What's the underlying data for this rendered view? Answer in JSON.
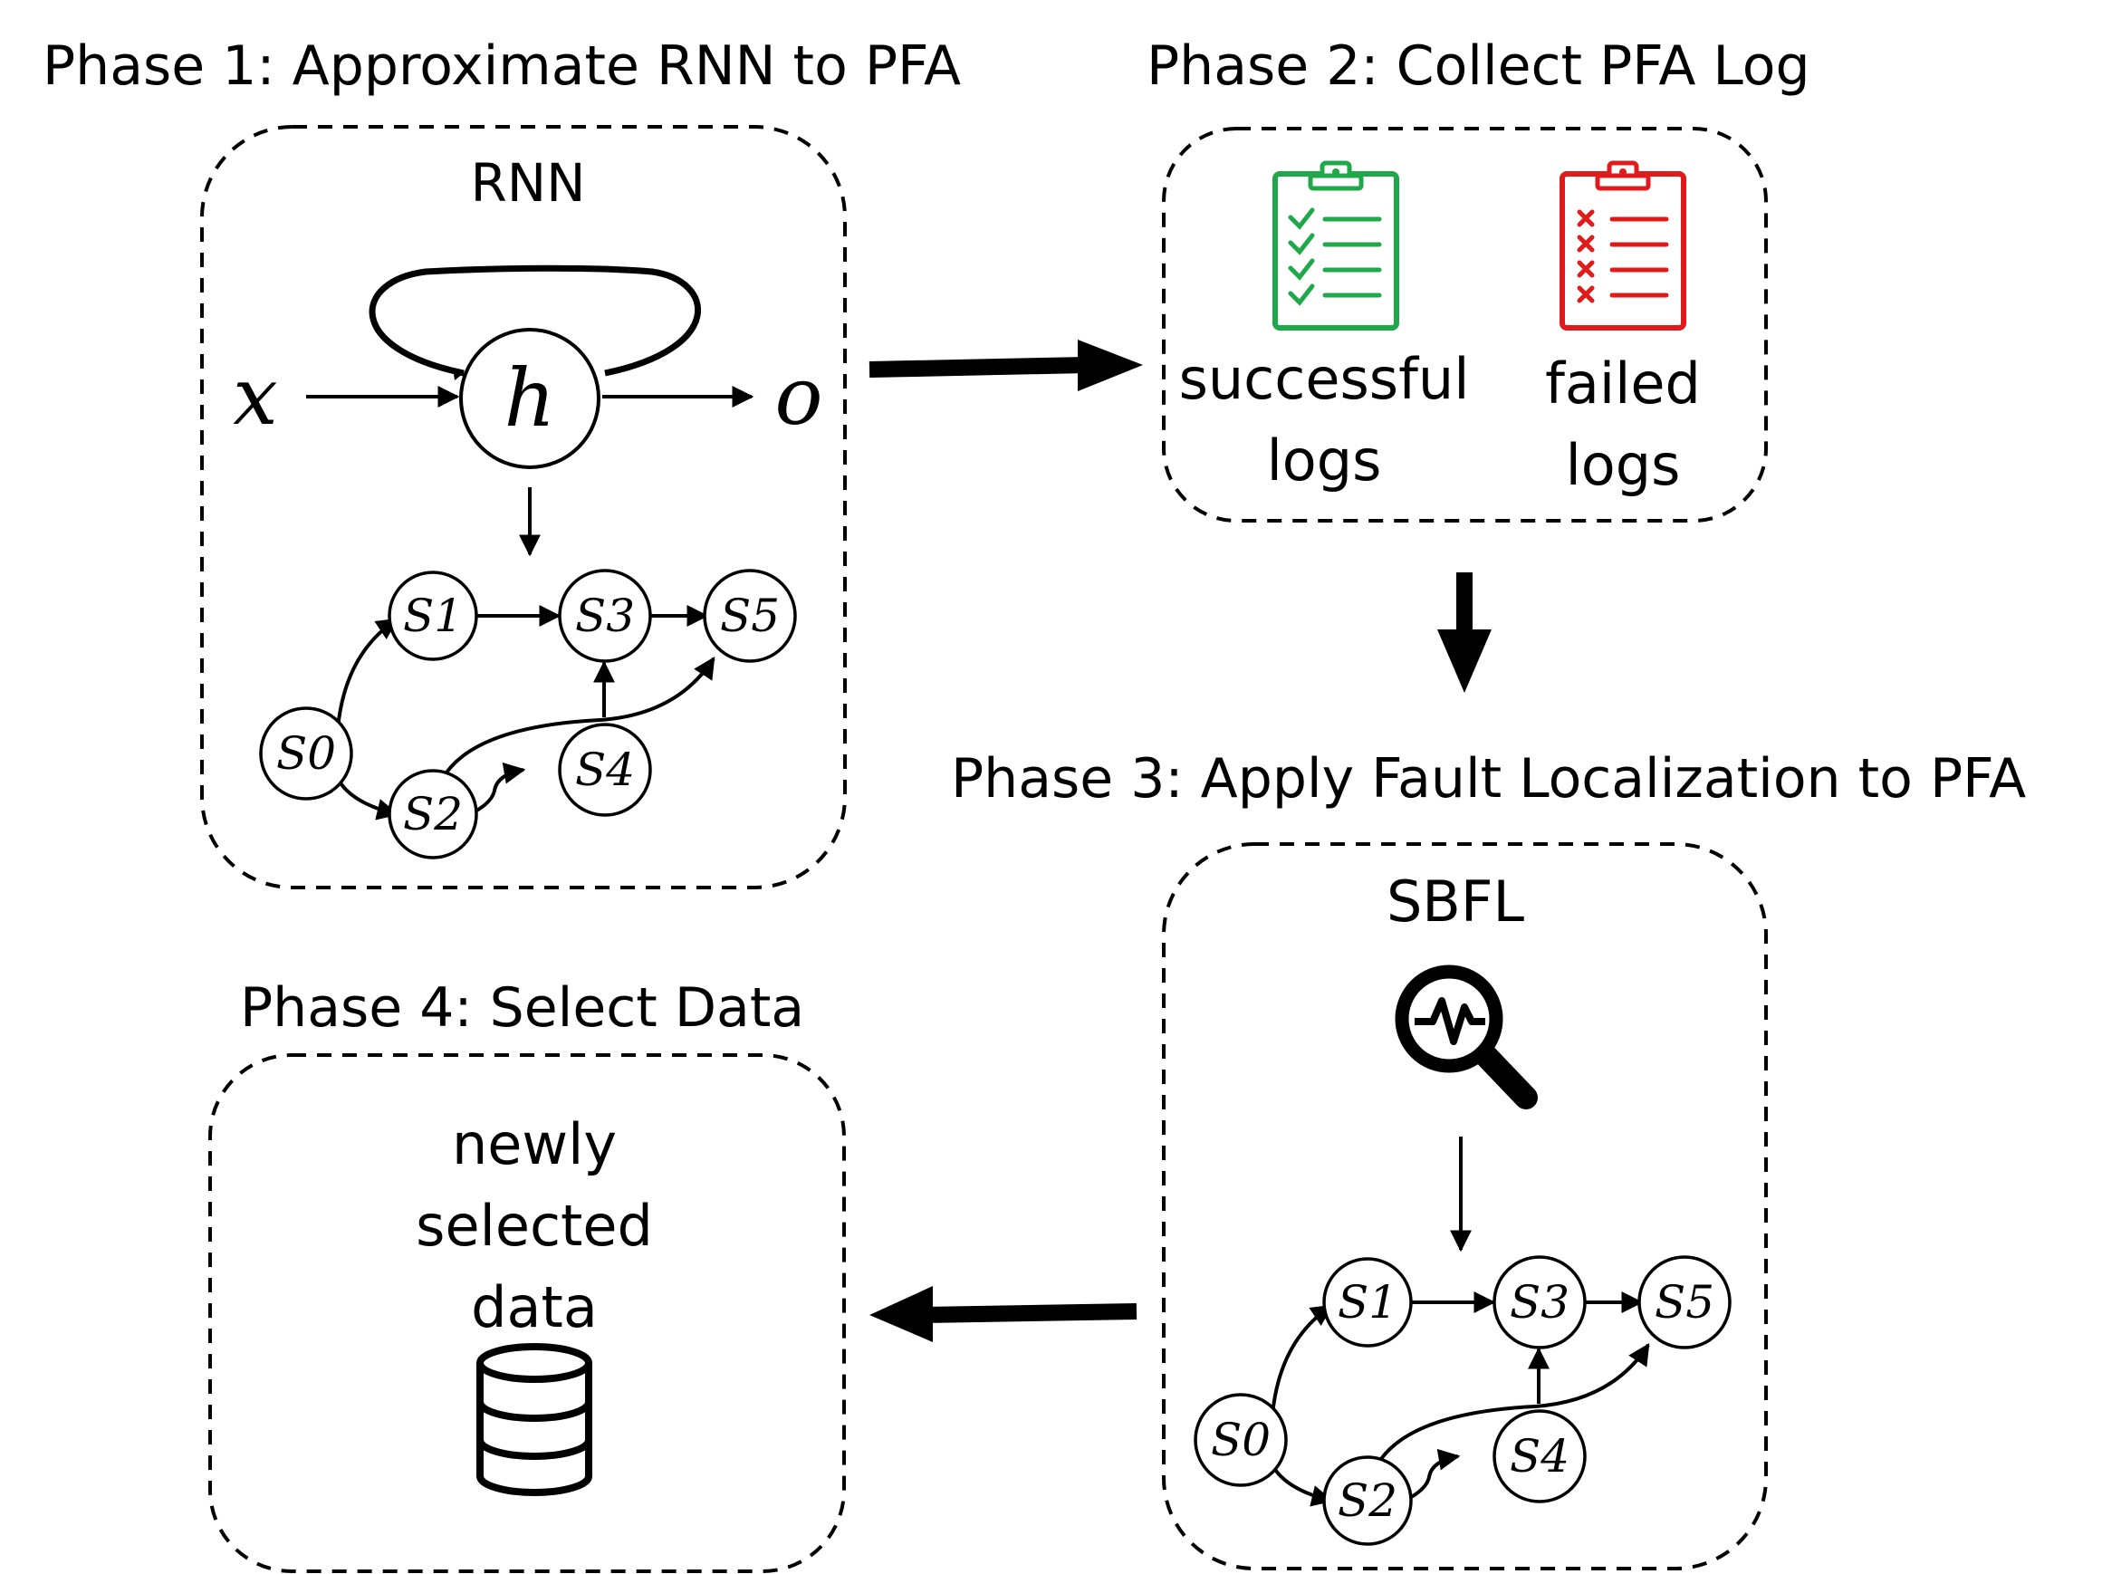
{
  "phases": {
    "p1": {
      "title": "Phase 1: Approximate RNN to PFA",
      "box_label": "RNN"
    },
    "p2": {
      "title": "Phase 2: Collect PFA Log"
    },
    "p3": {
      "title": "Phase 3: Apply Fault Localization to PFA",
      "box_label": "SBFL"
    },
    "p4": {
      "title": "Phase 4: Select Data"
    }
  },
  "rnn": {
    "input": "x",
    "hidden": "h",
    "output": "o"
  },
  "logs": {
    "successful": {
      "line1": "successful",
      "line2": "logs"
    },
    "failed": {
      "line1": "failed",
      "line2": "logs"
    }
  },
  "selected": {
    "line1": "newly",
    "line2": "selected",
    "line3": "data"
  },
  "pfa_states": [
    "S0",
    "S1",
    "S2",
    "S3",
    "S4",
    "S5"
  ],
  "colors": {
    "success": "#1fa84a",
    "failure": "#e01b1b",
    "stroke": "#000000"
  },
  "icons": {
    "success_clipboard": "clipboard-check-icon",
    "failed_clipboard": "clipboard-x-icon",
    "sbfl": "magnifier-pulse-icon",
    "data": "database-icon"
  }
}
